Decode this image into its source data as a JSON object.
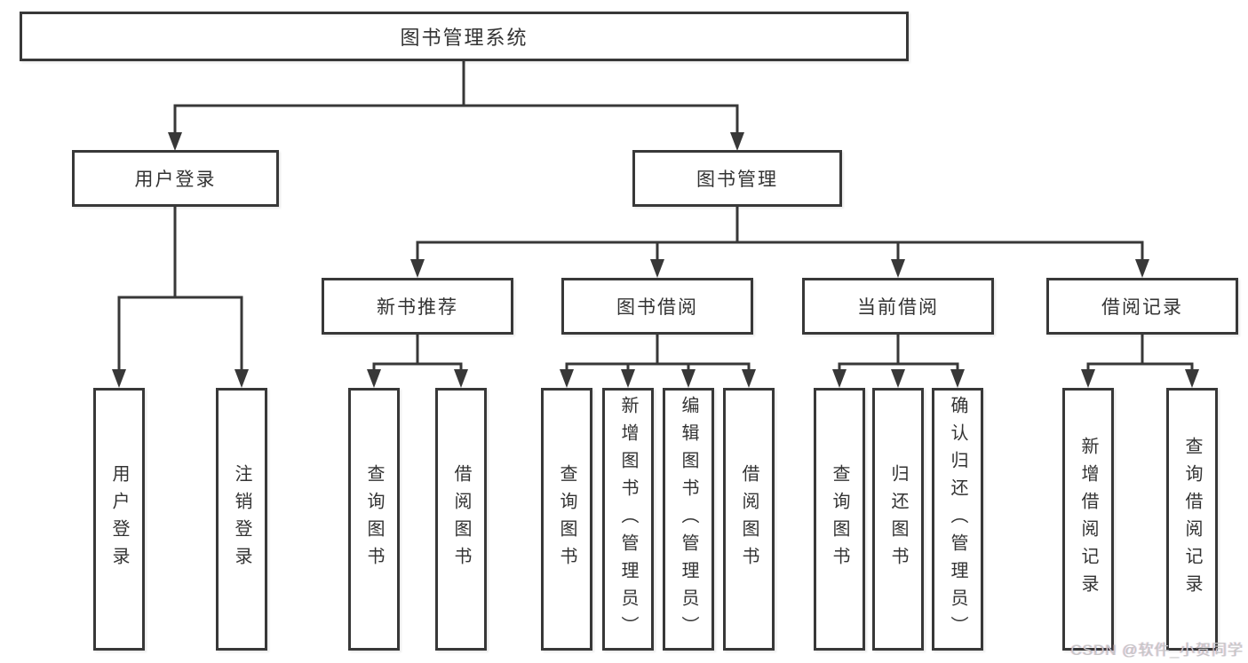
{
  "colors": {
    "line": "#383838",
    "box_border": "#383838",
    "text": "#333333",
    "background": "#ffffff",
    "watermark": "#c6c6c6"
  },
  "watermark": "CSDN @软件_小贺同学",
  "tree": {
    "label": "图书管理系统",
    "children": [
      {
        "label": "用户登录",
        "children": [
          {
            "label": "用户登录"
          },
          {
            "label": "注销登录"
          }
        ]
      },
      {
        "label": "图书管理",
        "children": [
          {
            "label": "新书推荐",
            "children": [
              {
                "label": "查询图书"
              },
              {
                "label": "借阅图书"
              }
            ]
          },
          {
            "label": "图书借阅",
            "children": [
              {
                "label": "查询图书"
              },
              {
                "label": "新增图书（管理员）"
              },
              {
                "label": "编辑图书（管理员）"
              },
              {
                "label": "借阅图书"
              }
            ]
          },
          {
            "label": "当前借阅",
            "children": [
              {
                "label": "查询图书"
              },
              {
                "label": "归还图书"
              },
              {
                "label": "确认归还（管理员）"
              }
            ]
          },
          {
            "label": "借阅记录",
            "children": [
              {
                "label": "新增借阅记录"
              },
              {
                "label": "查询借阅记录"
              }
            ]
          }
        ]
      }
    ]
  }
}
